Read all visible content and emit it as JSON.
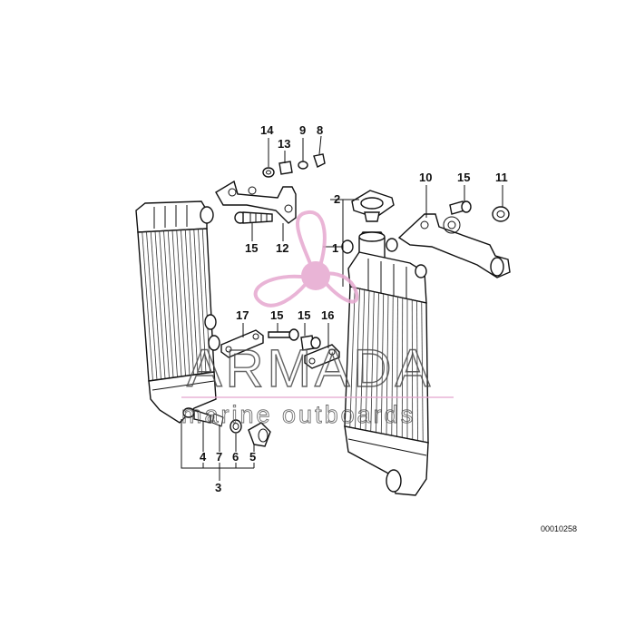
{
  "diagram": {
    "doc_id": "00010258",
    "callouts": {
      "c1": "1",
      "c2": "2",
      "c3": "3",
      "c4": "4",
      "c5": "5",
      "c6": "6",
      "c7": "7",
      "c8": "8",
      "c9": "9",
      "c10": "10",
      "c11": "11",
      "c12": "12",
      "c13": "13",
      "c14": "14",
      "c15a": "15",
      "c15b": "15",
      "c15c": "15",
      "c15d": "15",
      "c16": "16",
      "c17": "17"
    }
  },
  "watermark": {
    "brand": "ARMADA",
    "tagline": "marine outboards",
    "accent_color": "#e6a8cf"
  }
}
